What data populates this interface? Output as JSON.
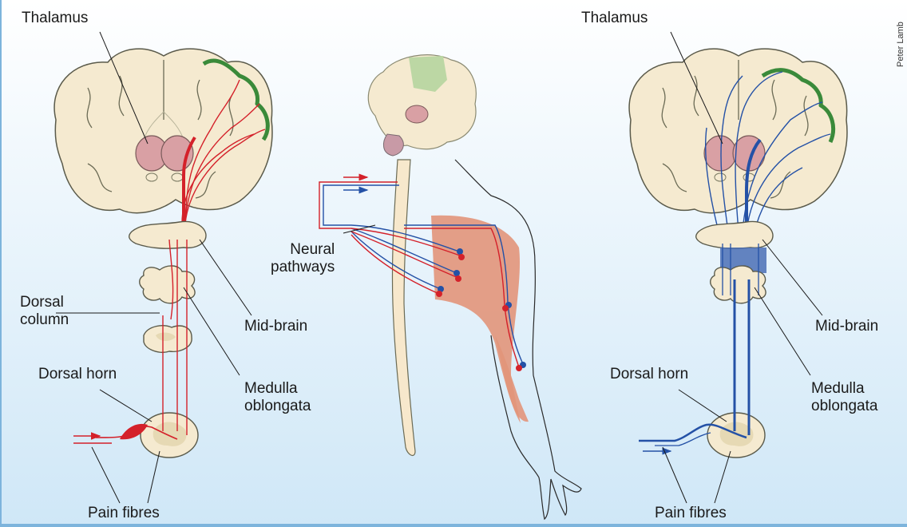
{
  "labels": {
    "thalamus_left": "Thalamus",
    "thalamus_right": "Thalamus",
    "neural_pathways": "Neural\npathways",
    "dorsal_column": "Dorsal\ncolumn",
    "mid_brain_left": "Mid-brain",
    "mid_brain_right": "Mid-brain",
    "dorsal_horn_left": "Dorsal horn",
    "dorsal_horn_right": "Dorsal horn",
    "medulla_left": "Medulla\noblongata",
    "medulla_right": "Medulla\noblongata",
    "pain_fibres_left": "Pain fibres",
    "pain_fibres_right": "Pain fibres"
  },
  "credit": "Peter Lamb",
  "colors": {
    "background_top": "#ffffff",
    "background_bottom": "#cfe7f7",
    "brain_tissue": "#f5ead0",
    "brain_outline": "#5a5a4a",
    "thalamus": "#d9a0a4",
    "cortex_green": "#3a8a3a",
    "ascending_red": "#d4212a",
    "descending_blue": "#2451a6",
    "muscle_area": "#e2957a",
    "spine": "#f7e8cc",
    "frame_blue": "#7db4dc"
  }
}
